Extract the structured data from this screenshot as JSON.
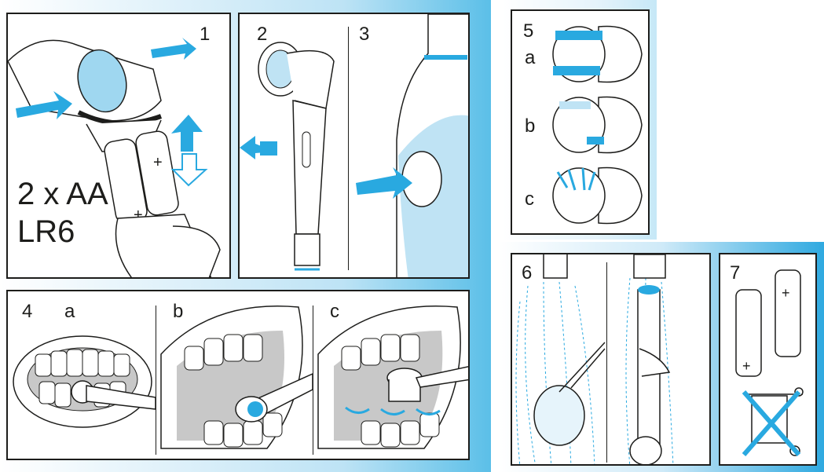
{
  "colors": {
    "accent": "#29a9e0",
    "accent_light": "#bfe3f4",
    "line": "#1d1d1b",
    "gum_grey": "#c8c8c8"
  },
  "steps": {
    "s1": {
      "number": "1",
      "caption_line1": "2 x AA",
      "caption_line2": "LR6"
    },
    "s2": {
      "number": "2"
    },
    "s3": {
      "number": "3"
    },
    "s4": {
      "number": "4",
      "a": "a",
      "b": "b",
      "c": "c"
    },
    "s5": {
      "number": "5",
      "a": "a",
      "b": "b",
      "c": "c"
    },
    "s6": {
      "number": "6"
    },
    "s7": {
      "number": "7"
    }
  },
  "icons": [
    "battery-insert-icon",
    "brush-head-icon",
    "power-button-icon",
    "mouth-brushing-icon",
    "bristle-wear-icon",
    "rinse-icon",
    "battery-disposal-icon",
    "crossed-bin-icon"
  ]
}
